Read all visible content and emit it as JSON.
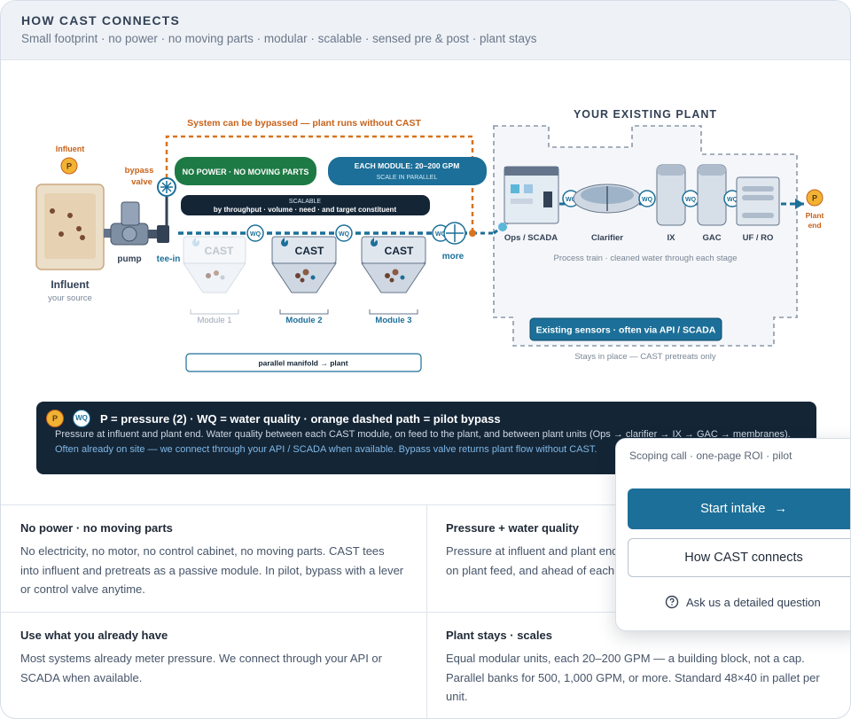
{
  "header": {
    "title": "HOW CAST CONNECTS",
    "subtitle": "Small footprint · no power · no moving parts · modular · scalable · sensed pre & post · plant stays"
  },
  "diagram": {
    "bypass_note": "System can be bypassed — plant runs without CAST",
    "influent_top": "Influent",
    "p_badge": "P",
    "wq_badge": "WQ",
    "bypass_valve_1": "bypass",
    "bypass_valve_2": "valve",
    "no_power_pill": "NO POWER · NO MOVING PARTS",
    "module_pill_1": "EACH MODULE: 20–200 GPM",
    "module_pill_2": "SCALE IN PARALLEL",
    "scalable_1": "SCALABLE",
    "scalable_2": "by throughput · volume · need · and target constituent",
    "pump": "pump",
    "tee_in": "tee-in",
    "influent_label": "Influent",
    "influent_sub": "your source",
    "cast": "CAST",
    "module_1": "Module 1",
    "module_2": "Module 2",
    "module_3": "Module 3",
    "more": "more",
    "manifold": "parallel manifold → plant",
    "plant_title": "YOUR EXISTING PLANT",
    "units": [
      "Ops / SCADA",
      "Clarifier",
      "IX",
      "GAC",
      "UF / RO"
    ],
    "plant_end_1": "Plant",
    "plant_end_2": "end",
    "process_train": "Process train · cleaned water through each stage",
    "sensors_pill": "Existing sensors · often via API / SCADA",
    "stays": "Stays in place — CAST pretreats only"
  },
  "legend": {
    "line1": "P = pressure (2) · WQ = water quality · orange dashed path = pilot bypass",
    "line2": "Pressure at influent and plant end. Water quality between each CAST module, on feed to the plant, and between plant units (Ops → clarifier → IX → GAC → membranes).",
    "line3": "Often already on site — we connect through your API / SCADA when available. Bypass valve returns plant flow without CAST."
  },
  "features": [
    {
      "title": "No power · no moving parts",
      "body": "No electricity, no motor, no control cabinet, no moving parts. CAST tees into influent and pretreats as a passive module. In pilot, bypass with a lever or control valve anytime."
    },
    {
      "title": "Pressure + water quality",
      "body": "Pressure at influent and plant end. Water quality between CAST modules, on plant feed, and ahead of each plant unit."
    },
    {
      "title": "Use what you already have",
      "body": "Most systems already meter pressure. We connect through your API or SCADA when available."
    },
    {
      "title": "Plant stays · scales",
      "body": "Equal modular units, each 20–200 GPM — a building block, not a cap. Parallel banks for 500, 1,000 GPM, or more. Standard 48×40 in pallet per unit."
    }
  ],
  "cta": {
    "caption": "Scoping call · one-page ROI · pilot",
    "primary": "Start intake",
    "primary_arrow": "→",
    "secondary": "How CAST connects",
    "ask": "Ask us a detailed question",
    "ask_icon": "question-chat-icon"
  },
  "colors": {
    "navy": "#142536",
    "blue": "#1c6f98",
    "orange": "#d9731f",
    "green": "#1e7a45",
    "badge_yellow": "#f2b233"
  }
}
